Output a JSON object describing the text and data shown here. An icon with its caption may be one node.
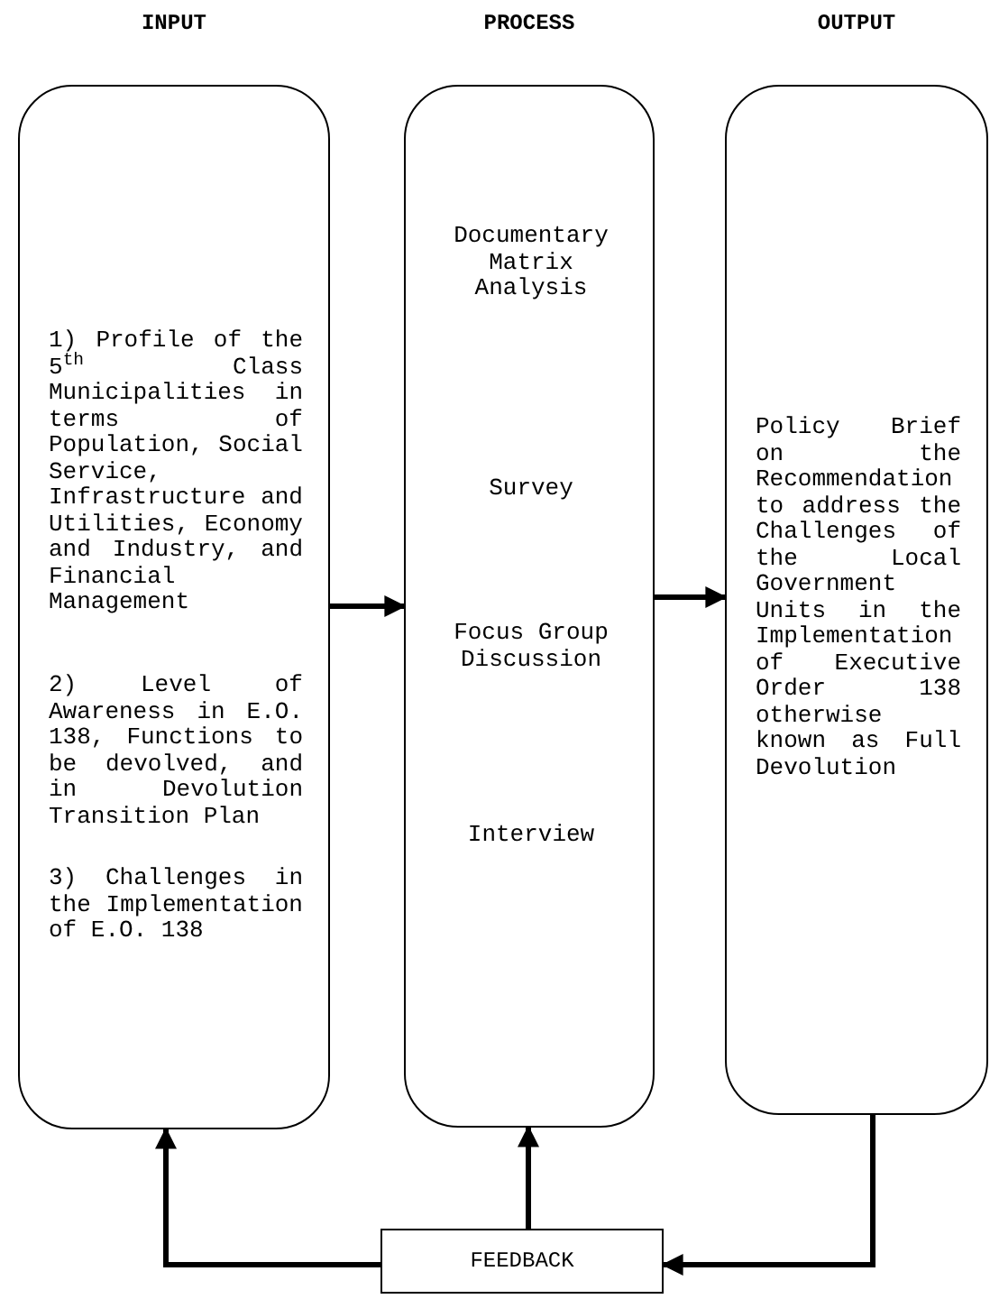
{
  "diagram": {
    "nodes": [
      {
        "text": [
          "INPUT",
          "1) Profile of the 5$^{th}$ Class Municipalities in terms of Population, Social Service, Infrastructure and Utilities, Economy and Industry, and Financial Management",
          "2) Level of Awareness in E.O. 138, Functions to be devolved, and in Devolution Transition Plan",
          "3) Challenges in the Implementation of E.O. 138"
        ]
      },
      {
        "text": [
          "PROCESS",
          "Documentary Matrix Analysis",
          "Survey",
          "Focus Group Discussion",
          "Interview"
        ]
      },
      {
        "text": [
          "OUTPUT",
          "Policy Brief on the Recommendation to address the Challenges of the Local Government Units in the Implementation of Executive Order 138 otherwise known as Full Devolution"
        ]
      },
      {
        "text": [
          "FEEDBACK"
        ]
      }
    ],
    "edges": [
      {
        "from": 0,
        "to": 1,
        "arrow": "to"
      },
      {
        "from": 1,
        "to": 2,
        "arrow": "to"
      },
      {
        "from": 3,
        "to": 1,
        "arrow": "to"
      },
      {
        "from": 2,
        "to": 3,
        "arrow": "to"
      },
      {
        "from": 3,
        "to": 0,
        "arrow": "to"
      }
    ]
  }
}
